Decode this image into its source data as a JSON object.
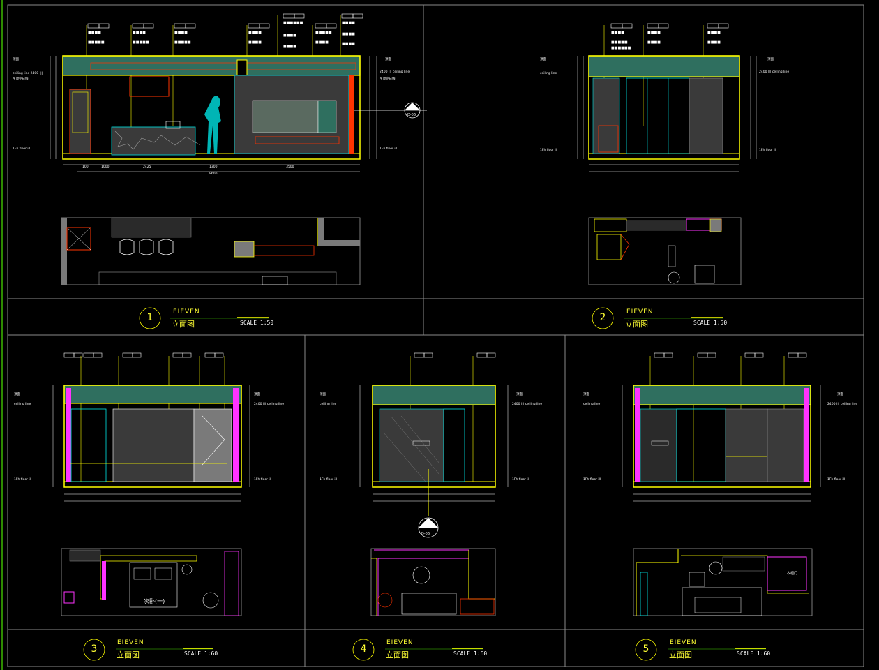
{
  "sheet": {
    "colors": {
      "background": "#000000",
      "frame": "#8a8a8a",
      "left_bar": "#2e8b00",
      "wall": "#ffff00",
      "cyan": "#00e5e5",
      "magenta": "#ff33ff",
      "red": "#ff3300",
      "white": "#ffffff",
      "dim": "#9a9a9a",
      "fill_grey": "#7a7a7a",
      "fill_dark": "#3a3a3a",
      "teal": "#2f6f5f"
    }
  },
  "panels": [
    {
      "id": "p1",
      "number": "1",
      "title_en": "EIEVEN",
      "title_cn": "立面图",
      "scale": "SCALE 1:50"
    },
    {
      "id": "p2",
      "number": "2",
      "title_en": "EIEVEN",
      "title_cn": "立面图",
      "scale": "SCALE 1:50"
    },
    {
      "id": "p3",
      "number": "3",
      "title_en": "EIEVEN",
      "title_cn": "立面图",
      "scale": "SCALE 1:60"
    },
    {
      "id": "p4",
      "number": "4",
      "title_en": "EIEVEN",
      "title_cn": "立面图",
      "scale": "SCALE 1:60"
    },
    {
      "id": "p5",
      "number": "5",
      "title_en": "EIEVEN",
      "title_cn": "立面图",
      "scale": "SCALE 1:60"
    }
  ],
  "annotations": {
    "ceiling_line": "ceiling line",
    "floor_line": "1Fh floor ill",
    "bedroom_label": "次卧(一)",
    "wardrobe_label": "衣柜门",
    "section_mark_1": "D-06",
    "section_mark_4": "D-06"
  }
}
